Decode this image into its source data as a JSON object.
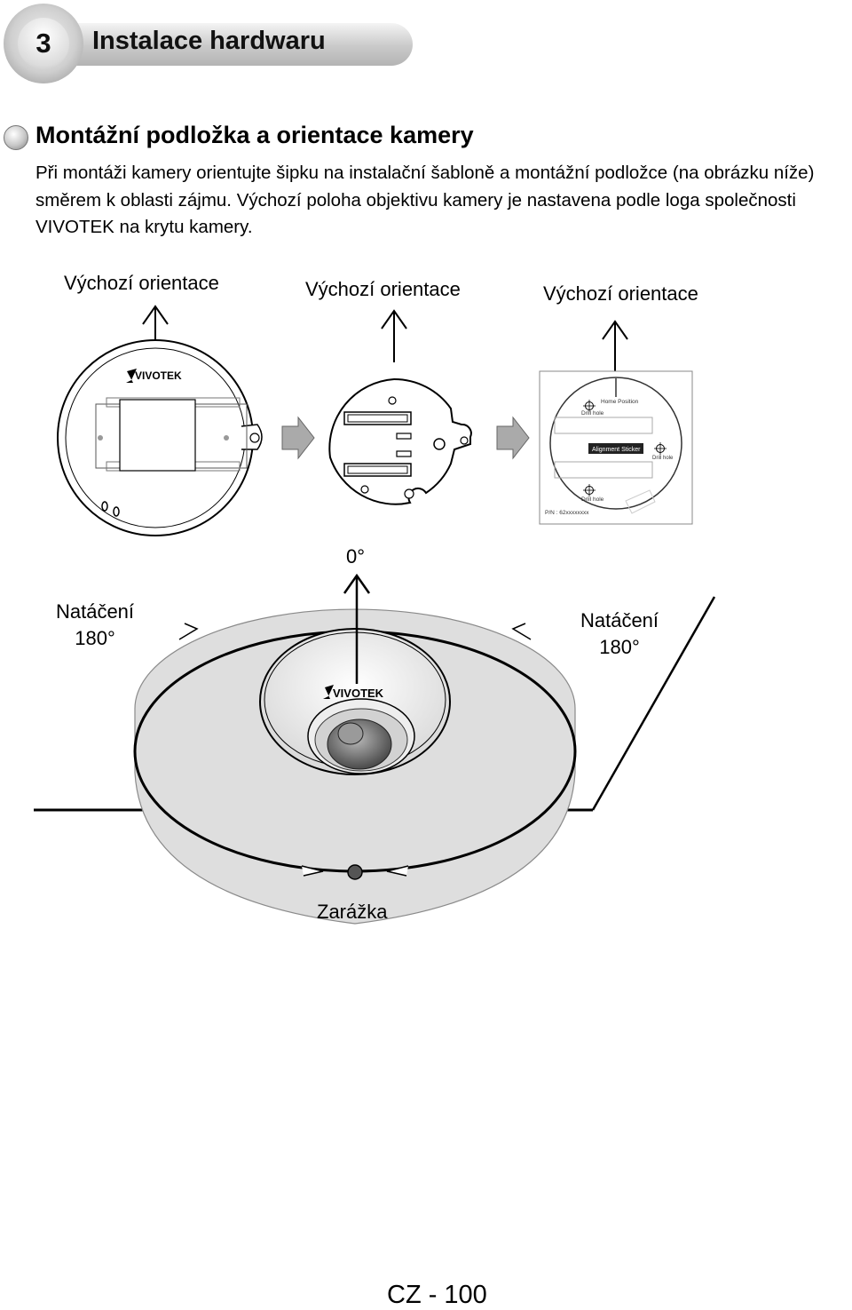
{
  "header": {
    "number": "3",
    "title": "Instalace hardwaru"
  },
  "section": {
    "title": "Montážní podložka a orientace kamery",
    "paragraph": "Při montáži kamery orientujte šipku na instalační šabloně a montážní podložce (na obrázku níže) směrem k oblasti zájmu. Výchozí poloha objektivu kamery je nastavena podle loga společnosti VIVOTEK na krytu kamery."
  },
  "figure_top": {
    "labels": [
      "Výchozí orientace",
      "Výchozí orientace",
      "Výchozí orientace"
    ],
    "brand": "VIVOTEK",
    "template": {
      "home_position": "Home Position",
      "drill_hole": "Drill hole",
      "alignment_sticker": "Alignment Sticker",
      "part_number": "P/N : 62xxxxxxxx"
    }
  },
  "figure_bottom": {
    "angle_zero": "0°",
    "rotation_left_line1": "Natáčení",
    "rotation_left_line2": "180°",
    "rotation_right_line1": "Natáčení",
    "rotation_right_line2": "180°",
    "stopper": "Zarážka",
    "brand": "VIVOTEK"
  },
  "footer": {
    "page_number": "CZ - 100"
  }
}
